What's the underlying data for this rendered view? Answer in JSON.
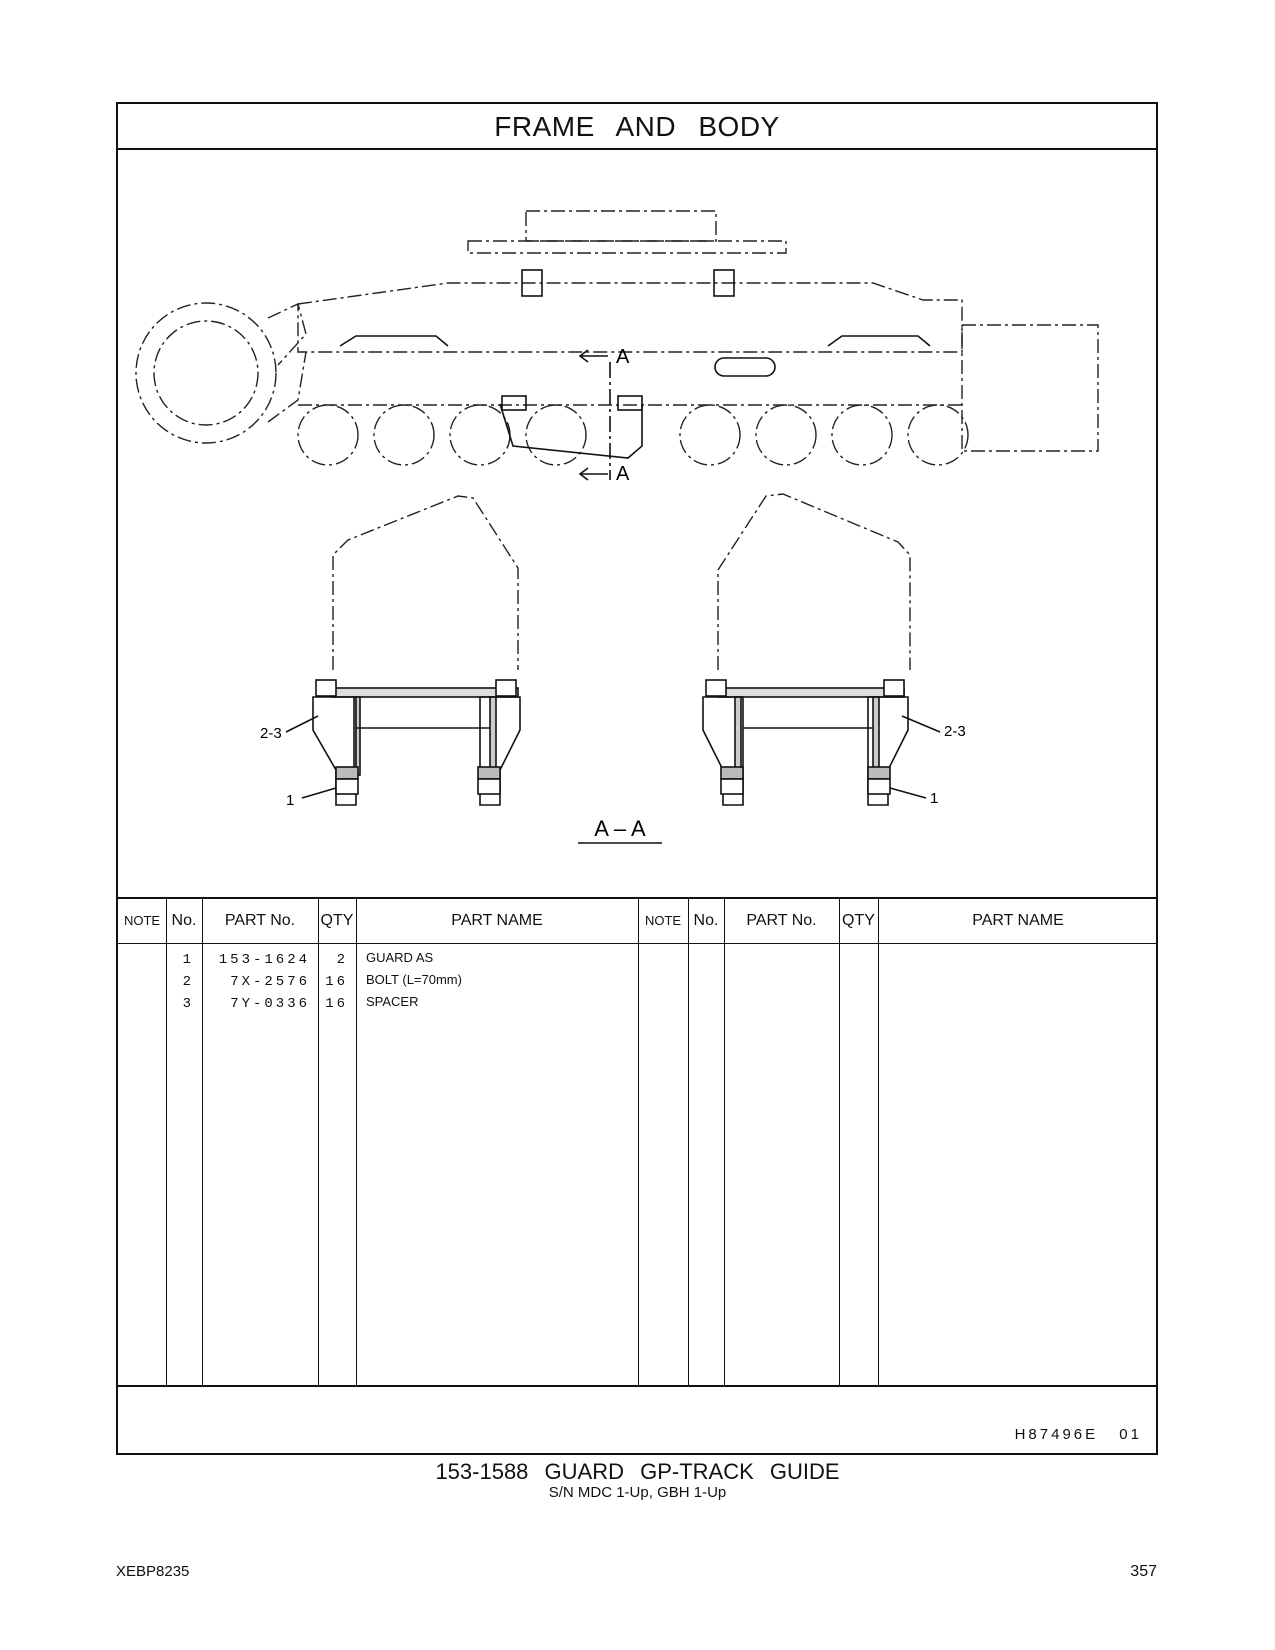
{
  "section_title": "FRAME AND BODY",
  "drawing": {
    "section_marker": "A",
    "section_label": "A – A",
    "callouts": [
      "2-3",
      "1",
      "2-3",
      "1"
    ]
  },
  "table": {
    "headers": {
      "note": "NOTE",
      "no": "No.",
      "part_no": "PART No.",
      "qty": "QTY",
      "part_name": "PART NAME"
    },
    "rows": [
      {
        "no": "1",
        "part_no": "153-1624",
        "qty": "2",
        "name": "GUARD AS"
      },
      {
        "no": "2",
        "part_no": "7X-2576",
        "qty": "16",
        "name": "BOLT (L=70mm)"
      },
      {
        "no": "3",
        "part_no": "7Y-0336",
        "qty": "16",
        "name": "SPACER"
      }
    ]
  },
  "drawing_code": "H87496E 01",
  "group_title": "153-1588 GUARD GP-TRACK GUIDE",
  "serial_numbers": "S/N MDC 1-Up, GBH 1-Up",
  "doc_id": "XEBP8235",
  "page_number": "357"
}
